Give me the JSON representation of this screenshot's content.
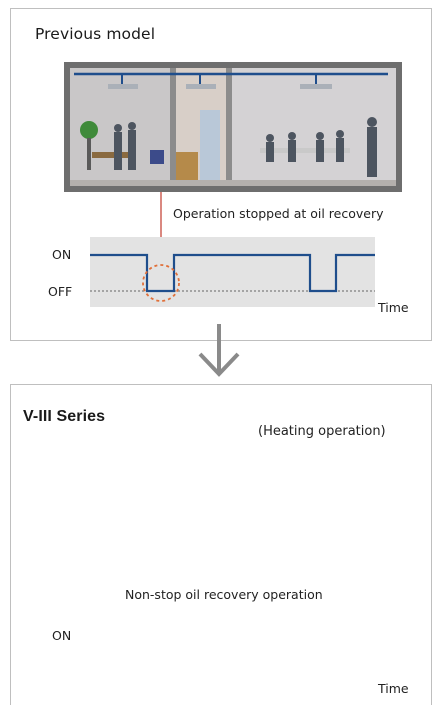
{
  "top_panel": {
    "title": "Previous model",
    "annotation": "Operation stopped at oil recovery",
    "chart": {
      "on_label": "ON",
      "off_label": "OFF",
      "time_label": "Time"
    }
  },
  "bottom_panel": {
    "title": "V-III Series",
    "subtitle": "(Heating operation)",
    "annotation": "Non-stop oil recovery operation",
    "chart": {
      "on_label": "ON",
      "time_label": "Time"
    }
  },
  "colors": {
    "signal_line": "#1f4e8c",
    "highlight_circle": "#e0703a",
    "callout_line": "#c0392b",
    "arrow": "#8a8a8a",
    "room_neutral": "#d9d4d0",
    "room_heated": "#f2b3aa"
  },
  "icons": [
    "office-room-illustration",
    "down-arrow-icon",
    "highlight-circle-icon"
  ]
}
